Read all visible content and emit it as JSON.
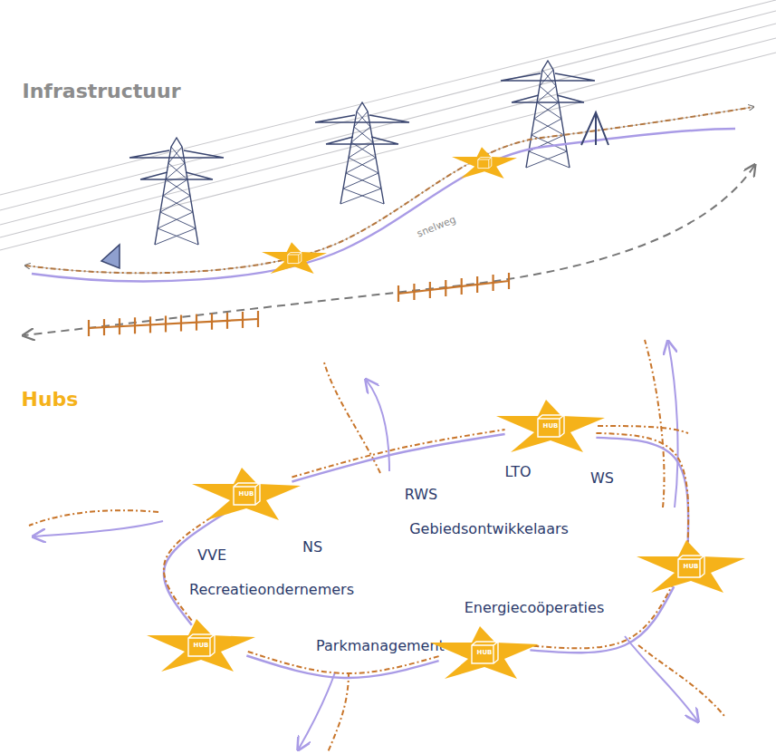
{
  "diagram": {
    "nodes": [
      {
        "text": [
          "HUB"
        ]
      },
      {
        "text": [
          "HUB"
        ]
      },
      {
        "text": [
          "HUB"
        ]
      },
      {
        "text": [
          "HUB"
        ]
      },
      {
        "text": [
          "HUB"
        ]
      }
    ],
    "edges": [
      {
        "from": 1,
        "to": 0,
        "arrow": "none"
      },
      {
        "from": 0,
        "to": 2,
        "arrow": "none"
      },
      {
        "from": 2,
        "to": 4,
        "arrow": "none"
      },
      {
        "from": 4,
        "to": 3,
        "arrow": "none"
      },
      {
        "from": 3,
        "to": 1,
        "arrow": "none"
      }
    ],
    "labels": [
      "Infrastructuur",
      "snelweg",
      "Hubs",
      "RWS",
      "LTO",
      "WS",
      "VVE",
      "NS",
      "Gebiedsontwikkelaars",
      "Recreatieondernemers",
      "Energiecoöperaties",
      "Parkmanagement"
    ]
  }
}
